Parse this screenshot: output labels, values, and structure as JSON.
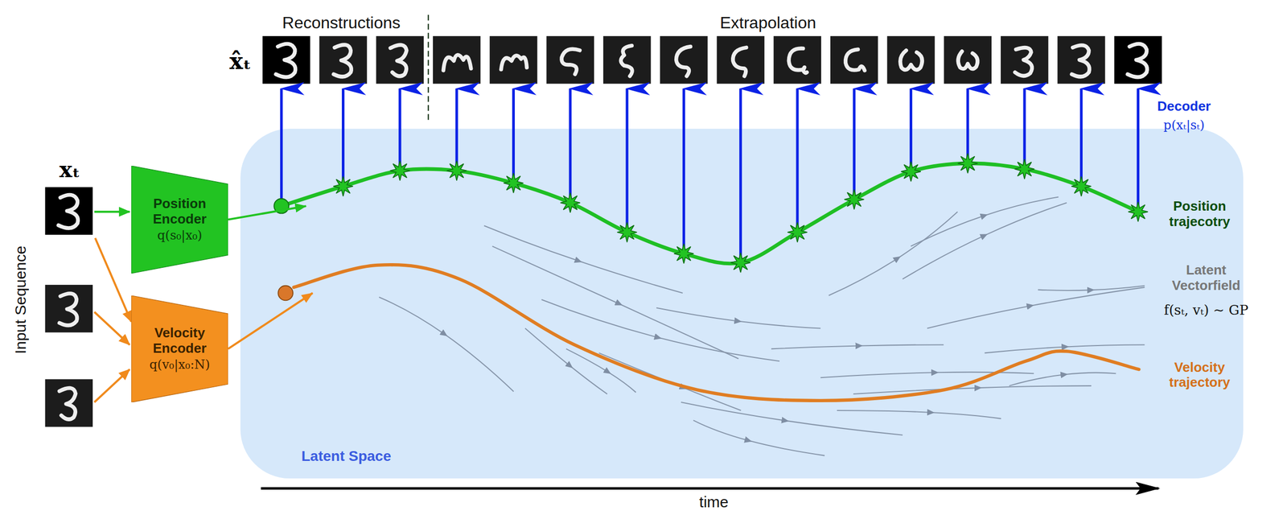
{
  "diagram": {
    "nodes": [
      {
        "text": [
          "Position Encoder",
          "q(s₀|x₀)"
        ]
      },
      {
        "text": [
          "Velocity Encoder",
          "q(v₀|x₀:N)"
        ]
      },
      {
        "text": [
          "Latent Space"
        ]
      }
    ],
    "edges": [
      {
        "from": 0,
        "to": 2,
        "arrow": "to"
      },
      {
        "from": 1,
        "to": 2,
        "arrow": "to"
      }
    ],
    "labels": [
      "Reconstructions",
      "Extrapolation",
      "x̂ₜ",
      "xₜ",
      "Input Sequence",
      "Decoder",
      "p(xₜ|sₜ)",
      "Position trajecotry",
      "Latent Vectorfield",
      "f(sₜ, vₜ) ∼ GP",
      "Velocity trajectory",
      "time"
    ]
  }
}
